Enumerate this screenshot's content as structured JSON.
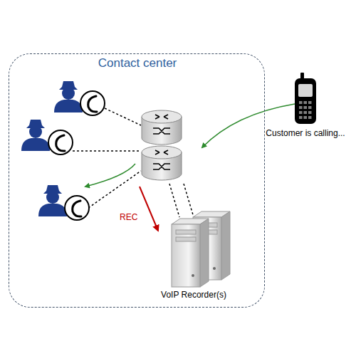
{
  "diagram": {
    "nodes": [
      {
        "text": [
          "Contact center"
        ]
      },
      {
        "text": [
          "Customer is calling..."
        ]
      },
      {
        "text": [
          "VoIP Recorder(s)"
        ],
        "in": 0
      }
    ],
    "labels": [
      "REC"
    ]
  }
}
